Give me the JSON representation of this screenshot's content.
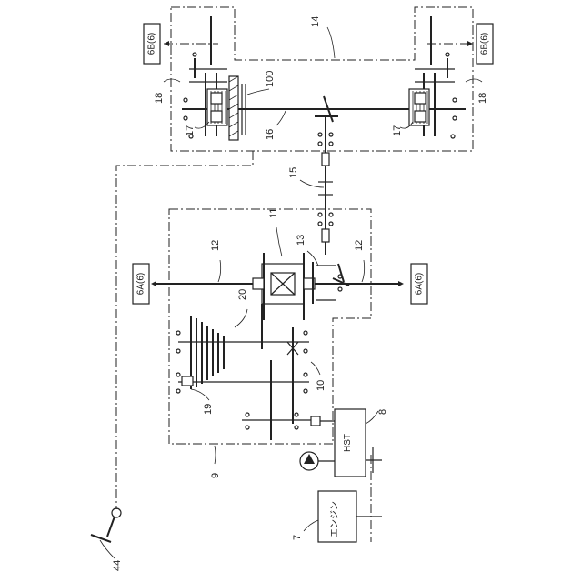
{
  "labels": {
    "housing_front": "14",
    "rear_axle_shaft": "16",
    "brake_left": "17",
    "brake_right": "17",
    "final_left": "18",
    "final_right": "18",
    "brake_shaft": "100",
    "prop_shaft": "15",
    "diff_gear": "11",
    "axle": "12",
    "axle_right": "12",
    "diff_lock": "13",
    "gear_group": "20",
    "transmission": "10",
    "counter": "19",
    "hst_ref": "8",
    "case": "9",
    "engine_ref": "7",
    "pedal": "44"
  },
  "outputs": {
    "rear_left": "6B(6)",
    "rear_right": "6B(6)",
    "front_left": "6A(6)",
    "front_right": "6A(6)"
  },
  "units": {
    "hst": "HST",
    "engine": "エンジン"
  }
}
